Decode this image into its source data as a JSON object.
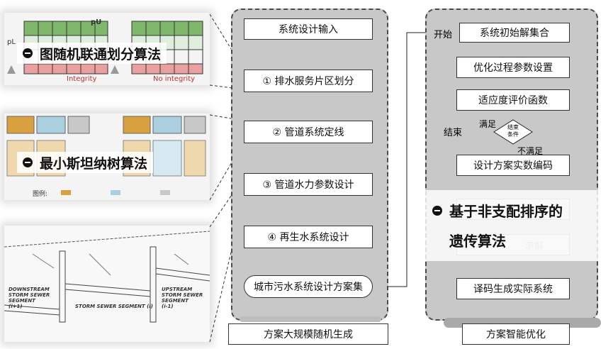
{
  "left_panels": {
    "graph_partition": {
      "label": "图随机联通划分算法",
      "pU": "pU",
      "pL": "pL",
      "integrity": "Integrity",
      "no_integrity": "No integrity"
    },
    "mst": {
      "label": "最小斯坦纳树算法",
      "legend_title": "图例:"
    },
    "profile": {
      "downstream": "DOWNSTREAM\nSTORM SEWER SEGMENT\n(i+1)",
      "middle": "STORM SEWER SEGMENT (i)",
      "upstream": "UPSTREAM\nSTORM SEWER SEGMENT\n(i-1)"
    }
  },
  "middle_panel": {
    "caption": "方案大规模随机生成",
    "steps": [
      "系统设计输入",
      "① 排水服务片区划分",
      "② 管道系统定线",
      "③ 管道水力参数设计",
      "④ 再生水系统设计",
      "城市污水系统设计方案集"
    ]
  },
  "right_panel": {
    "caption": "方案智能优化",
    "start": "开始",
    "steps": [
      "系统初始解集合",
      "优化过程参数设置",
      "适应度评价函数",
      "设计方案实数编码",
      "译码生成实际系统"
    ],
    "decision": "结束\n条件",
    "satisfied": "满足",
    "not_satisfied": "不满足",
    "end": "结束",
    "overlay_label_line1": "基于非支配排序的",
    "overlay_label_line2": "遗传算法",
    "faded_text": "求解"
  },
  "colors": {
    "green": "#7fb86a",
    "pink": "#e8a0a0",
    "orange": "#d9a040",
    "blue": "#a9cfe0",
    "gray": "#c8c8c8"
  }
}
